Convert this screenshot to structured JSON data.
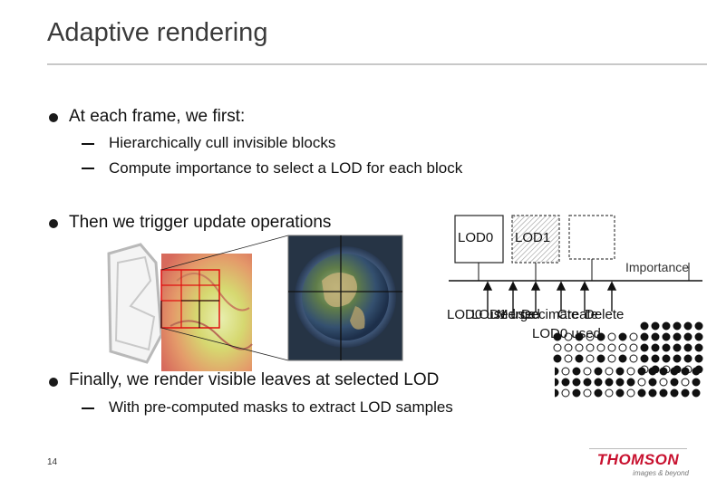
{
  "slide": {
    "title": "Adaptive rendering",
    "number": "14"
  },
  "bullets": [
    {
      "text": "At each frame, we first:",
      "subs": [
        "Hierarchically cull invisible blocks",
        "Compute importance to select a LOD for each block"
      ]
    },
    {
      "text": "Then we trigger update operations",
      "subs": []
    },
    {
      "text": "Finally, we render visible leaves at selected LOD",
      "subs": [
        "With pre-computed masks to extract LOD samples"
      ]
    }
  ],
  "diagram": {
    "lod0_label": "LOD0",
    "lod1_label": "LOD1",
    "axis_label": "Importance",
    "overlap_labels": [
      "LOD0 used",
      "LOD1 used",
      "Merge",
      "Decimate",
      "Create",
      "Delete"
    ],
    "lod0_used_label": "LOD0 used"
  },
  "logo": {
    "word": "THOMSON",
    "tagline": "images & beyond"
  },
  "colors": {
    "title": "#3b3b3b",
    "accent_red": "#c8102e",
    "grid_red": "#e01010"
  }
}
